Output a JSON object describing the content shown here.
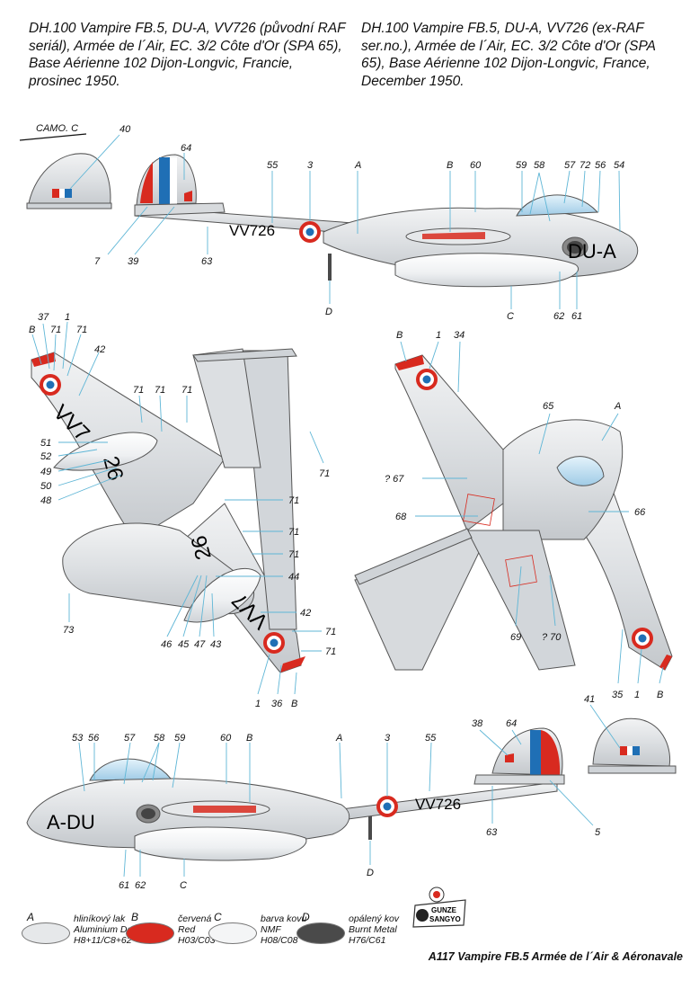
{
  "caption_cz": {
    "l1": "DH.100 Vampire FB.5, DU-A, VV726 (původní RAF",
    "l2": "seriál), Armée de l´Air, EC. 3/2 Côte d'Or (SPA 65),",
    "l3": "Base Aérienne 102 Dijon-Longvic, Francie,",
    "l4": "prosinec 1950."
  },
  "caption_en": {
    "l1": "DH.100 Vampire FB.5, DU-A, VV726 (ex-RAF",
    "l2": "ser.no.), Armée de l´Air, EC. 3/2 Côte d'Or (SPA",
    "l3": "65), Base Aérienne 102 Dijon-Longvic, France,",
    "l4": "December 1950."
  },
  "camo_label": "CAMO. C",
  "markings": {
    "code": "DU-A",
    "code_reversed": "A-DU",
    "serial": "VV726",
    "wing_serial_a": "VV7",
    "wing_serial_b": "26"
  },
  "callouts_top": {
    "c40": "40",
    "c64": "64",
    "c55": "55",
    "c3": "3",
    "cA": "A",
    "cB": "B",
    "c60": "60",
    "c59": "59",
    "c58": "58",
    "c57": "57",
    "c72": "72",
    "c56": "56",
    "c54": "54",
    "c7": "7",
    "c39": "39",
    "c63": "63",
    "cD": "D",
    "cC": "C",
    "c62": "62",
    "c61": "61"
  },
  "callouts_under": {
    "cB1": "B",
    "c37": "37",
    "c1": "1",
    "c71a": "71",
    "c71b": "71",
    "c42": "42",
    "c71c": "71",
    "c71d": "71",
    "c71e": "71",
    "c71f": "71",
    "c51": "51",
    "c52": "52",
    "c49": "49",
    "c50": "50",
    "c48": "48",
    "c71g": "71",
    "c71h": "71",
    "c71i": "71",
    "c44": "44",
    "c42b": "42",
    "c71j": "71",
    "c71k": "71",
    "c73": "73",
    "c46": "46",
    "c45": "45",
    "c47": "47",
    "c43": "43",
    "c1b": "1",
    "c36": "36",
    "cB2": "B"
  },
  "callouts_upper": {
    "cB": "B",
    "c1": "1",
    "c34": "34",
    "c65": "65",
    "cA": "A",
    "c67": "? 67",
    "c68": "68",
    "c66": "66",
    "c69": "69",
    "c70": "? 70",
    "c35": "35",
    "c1b": "1",
    "cB2": "B"
  },
  "callouts_bottom": {
    "c53": "53",
    "c56": "56",
    "c57": "57",
    "c58": "58",
    "c59": "59",
    "c60": "60",
    "cB": "B",
    "cA": "A",
    "c3": "3",
    "c55": "55",
    "c38": "38",
    "c64": "64",
    "c41": "41",
    "c63": "63",
    "c5": "5",
    "c61": "61",
    "c62": "62",
    "cC": "C",
    "cD": "D"
  },
  "legend": [
    {
      "letter": "A",
      "cz": "hliníkový lak",
      "en": "Aluminium Dope",
      "code": "H8+11/C8+62",
      "color": "#e6e8ea"
    },
    {
      "letter": "B",
      "cz": "červená",
      "en": "Red",
      "code": "H03/C03",
      "color": "#d82a1f"
    },
    {
      "letter": "C",
      "cz": "barva kovu",
      "en": "NMF",
      "code": "H08/C08",
      "color": "#f4f5f6"
    },
    {
      "letter": "D",
      "cz": "opálený kov",
      "en": "Burnt Metal",
      "code": "H76/C61",
      "color": "#4a4a4a"
    }
  ],
  "brand": {
    "top": "GUNZE",
    "bottom": "SANGYO"
  },
  "footer": "A117 Vampire FB.5 Armée de l´Air & Aéronavale",
  "colors": {
    "aluminium": "#dcdfe2",
    "red": "#d82a1f",
    "blue": "#1f6fb5",
    "leader": "#5fb6d6",
    "canopy": "#bfe0f2",
    "burnt": "#4a4a4a"
  }
}
